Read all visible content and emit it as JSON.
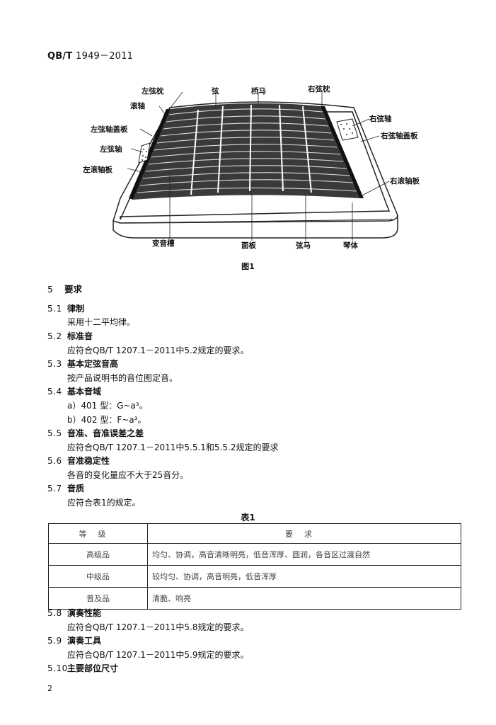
{
  "header": {
    "std": "QB/T",
    "number": "1949－2011"
  },
  "figure": {
    "caption": "图1",
    "labels": {
      "left_zhen": "左弦枕",
      "xian": "弦",
      "qiaoma": "桥马",
      "right_zhen": "右弦枕",
      "gunzhou": "滚轴",
      "left_gai": "左弦轴盖板",
      "left_zhou": "左弦轴",
      "left_gunban": "左滚轴板",
      "right_zhou": "右弦轴",
      "right_gai": "右弦轴盖板",
      "right_gunban": "右滚轴板",
      "bianyin": "变音槽",
      "mianban": "面板",
      "xianma": "弦马",
      "qinti": "琴体"
    }
  },
  "section5": {
    "num": "5",
    "title": "要求"
  },
  "items": [
    {
      "num": "5.1",
      "title": "律制",
      "lines": [
        "采用十二平均律。"
      ]
    },
    {
      "num": "5.2",
      "title": "标准音",
      "lines": [
        "应符合QB/T 1207.1－2011中5.2规定的要求。"
      ]
    },
    {
      "num": "5.3",
      "title": "基本定弦音高",
      "lines": [
        "按产品说明书的音位图定音。"
      ]
    },
    {
      "num": "5.4",
      "title": "基本音域",
      "lines": [
        "a）401 型：G~a³。",
        "b）402 型：F~a³。"
      ]
    },
    {
      "num": "5.5",
      "title": "音准、音准误差之差",
      "lines": [
        "应符合QB/T 1207.1－2011中5.5.1和5.5.2规定的要求"
      ]
    },
    {
      "num": "5.6",
      "title": "音准稳定性",
      "lines": [
        "各音的变化量应不大于25音分。"
      ]
    },
    {
      "num": "5.7",
      "title": "音质",
      "lines": [
        "应符合表1的规定。"
      ]
    },
    {
      "num": "5.8",
      "title": "演奏性能",
      "lines": [
        "应符合QB/T 1207.1－2011中5.8规定的要求。"
      ]
    },
    {
      "num": "5.9",
      "title": "演奏工具",
      "lines": [
        "应符合QB/T 1207.1－2011中5.9规定的要求。"
      ]
    },
    {
      "num": "5.10",
      "title": "主要部位尺寸",
      "lines": []
    }
  ],
  "table1": {
    "caption": "表1",
    "headers": [
      "等级",
      "要求"
    ],
    "rows": [
      {
        "grade": "高级品",
        "req": "均匀、协调，高音清晰明亮，低音浑厚、圆润，各音区过渡自然"
      },
      {
        "grade": "中级品",
        "req": "较均匀、协调，高音明亮，低音浑厚"
      },
      {
        "grade": "普及品",
        "req": "清脆、响亮"
      }
    ]
  },
  "page_number": "2"
}
